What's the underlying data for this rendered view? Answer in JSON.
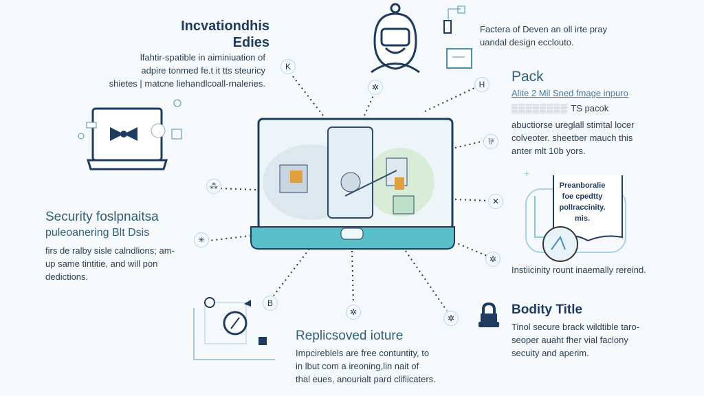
{
  "top_left": {
    "title_line1": "Incvationdhis",
    "title_line2": "Edies",
    "body": [
      "lfahtir-spatible in aiminiuation of",
      "adpire tonmed fe.t it tts steuricy",
      "shietes | matcne liehandlcoall-rnaleries."
    ]
  },
  "top_right": {
    "body": [
      "Factera of Deven an oll irte pray",
      "uandal design ecclouto."
    ]
  },
  "pack": {
    "title": "Pack",
    "subtitle": "Alite 2 Mil Sned fmage inpuro",
    "subline": "TS pacok",
    "body": [
      "abuctiorse ureglall stimtal locer",
      "colveoter. sheetber mauch this",
      "anter mlt 10b yors."
    ]
  },
  "security": {
    "title": "Security foslpnaitsa",
    "subtitle": "puleoanering Blt Dsis",
    "body": [
      "firs de ralby sisle calndlions; am-",
      "up same tintitie, and will pon",
      "dedictions."
    ]
  },
  "document_card": {
    "text": [
      "Preanboralie",
      "foe cpedtty",
      "pollraccinity.",
      "mis."
    ],
    "caption": "Instiicinity rount inaemally rereind."
  },
  "replicsoved": {
    "title": "Replicsoved ioture",
    "body": [
      "Impcireblels are free contuntity, to",
      "in lbut com a ireoning,lin nait of",
      "thal eues, anourialt pard clifiicaters."
    ]
  },
  "bodity": {
    "title": "Bodity Title",
    "body": [
      "Tinol secure brack wildtible taro-",
      "seoper auaht fher vial faclony",
      "secuity and aperim."
    ]
  },
  "nodes": [
    "K",
    "✲",
    "H",
    "⅌",
    "⁂",
    "✳",
    "✕",
    "✲",
    "B",
    "✲",
    "✲"
  ],
  "colors": {
    "navy": "#1f3a5f",
    "teal": "#5bbfca",
    "accent_green": "#cfe8d3",
    "line": "#1f3550"
  }
}
